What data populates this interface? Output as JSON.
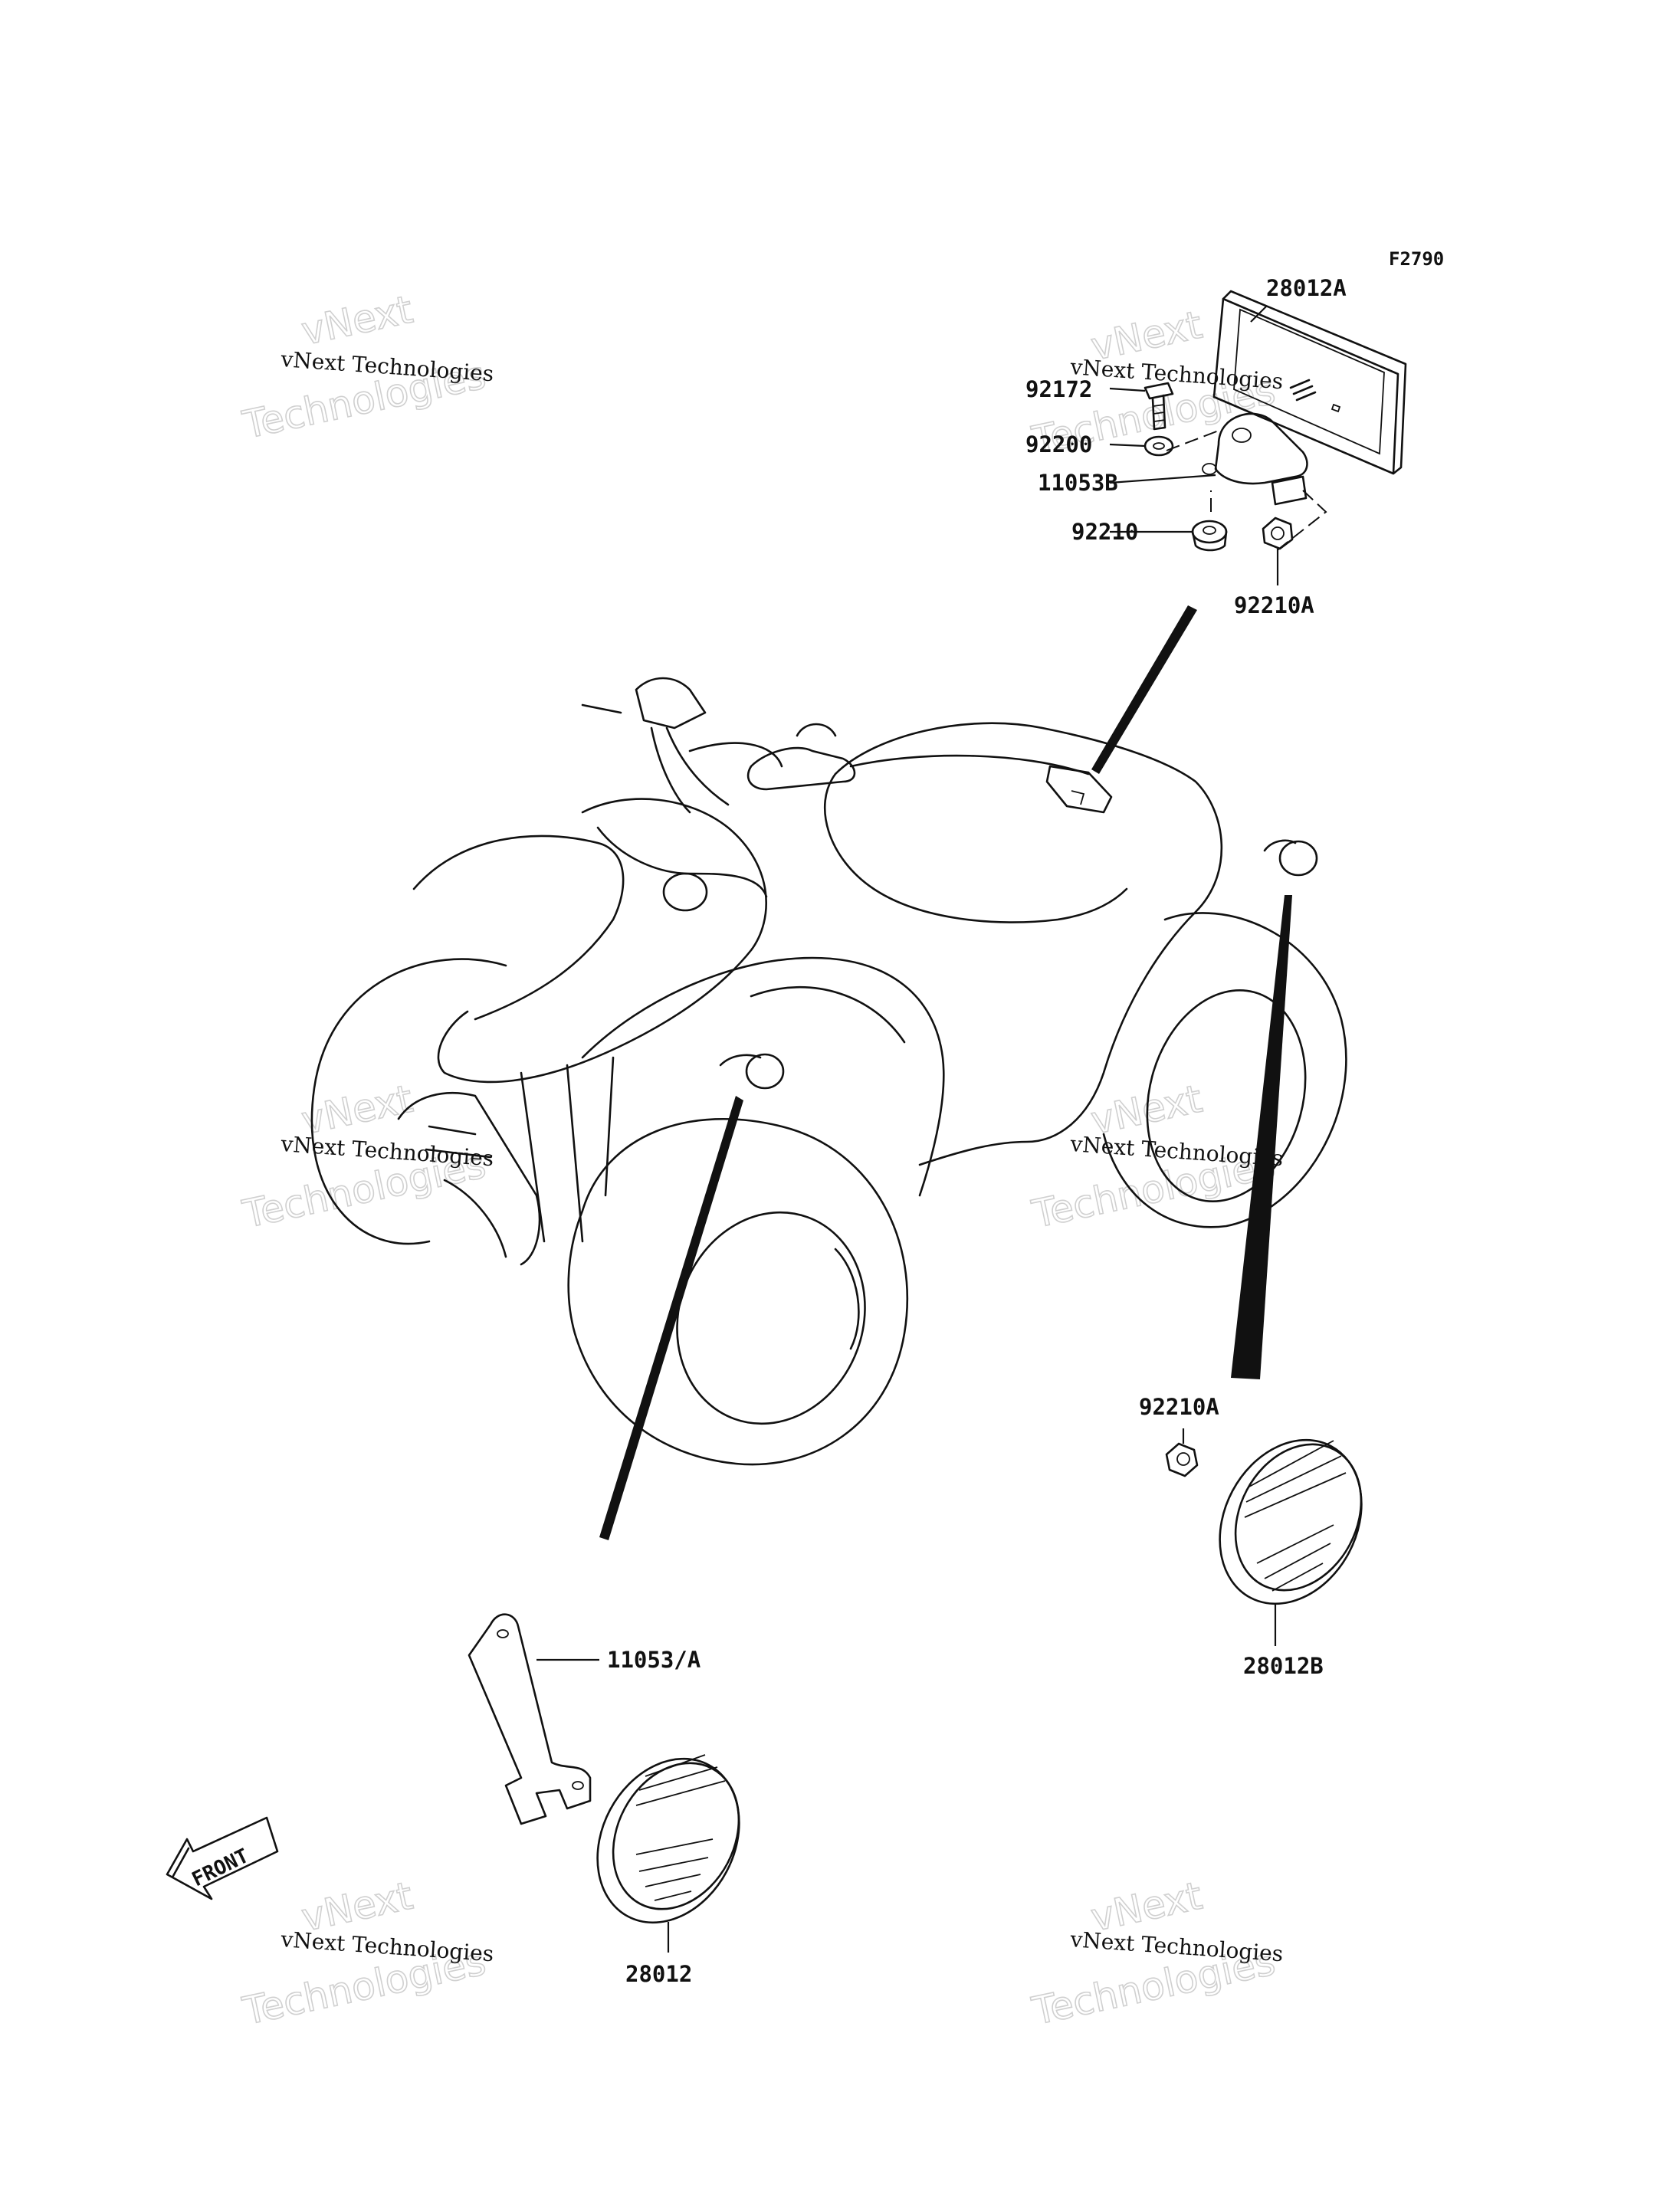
{
  "figure_code": "F2790",
  "watermark": {
    "line1": "vNext Technologies",
    "big_line1": "vNext",
    "big_line2": "Technologies"
  },
  "parts": {
    "reflector_rear_rect": "28012A",
    "bolt": "92172",
    "washer": "92200",
    "bracket_rear": "11053B",
    "nut": "92210",
    "nut_a_top": "92210A",
    "nut_a_side": "92210A",
    "reflector_side": "28012B",
    "bracket_front": "11053/A",
    "reflector_front": "28012"
  },
  "direction_arrow": "FRONT"
}
